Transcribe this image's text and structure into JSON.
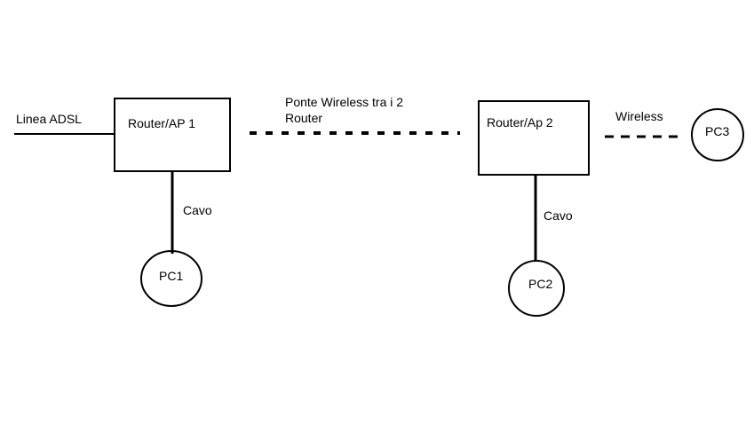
{
  "labels": {
    "adsl_line": "Linea ADSL",
    "router1": "Router/AP 1",
    "bridge_line1": "Ponte Wireless tra i 2",
    "bridge_line2": "Router",
    "router2": "Router/Ap 2",
    "wireless": "Wireless",
    "pc3": "PC3",
    "cable1": "Cavo",
    "pc1": "PC1",
    "cable2": "Cavo",
    "pc2": "PC2"
  },
  "colors": {
    "stroke": "#000000",
    "background": "#ffffff"
  }
}
